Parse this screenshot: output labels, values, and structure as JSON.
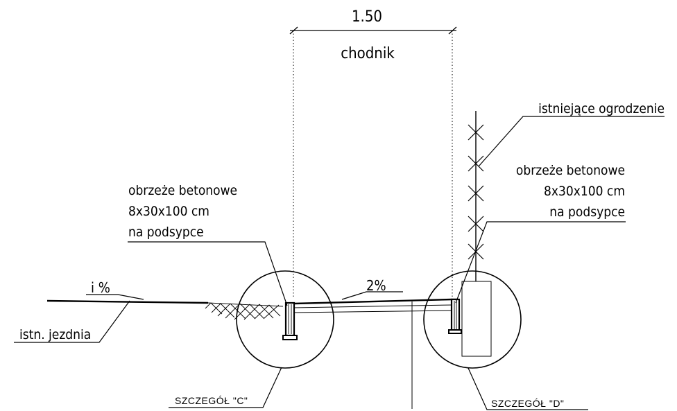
{
  "dimension": {
    "value": "1.50"
  },
  "labels": {
    "sidewalk": "chodnik",
    "fence": "istniejące ogrodzenie",
    "curb_left": [
      "obrzeże betonowe",
      "8x30x100 cm",
      "na podsypce"
    ],
    "curb_right": [
      "obrzeże betonowe",
      "8x30x100 cm",
      "na podsypce"
    ],
    "road": "istn. jezdnia"
  },
  "slopes": {
    "road": "i %",
    "sidewalk": "2%"
  },
  "details": {
    "left": "SZCZEGÓŁ \"C\"",
    "right": "SZCZEGÓŁ \"D\""
  }
}
